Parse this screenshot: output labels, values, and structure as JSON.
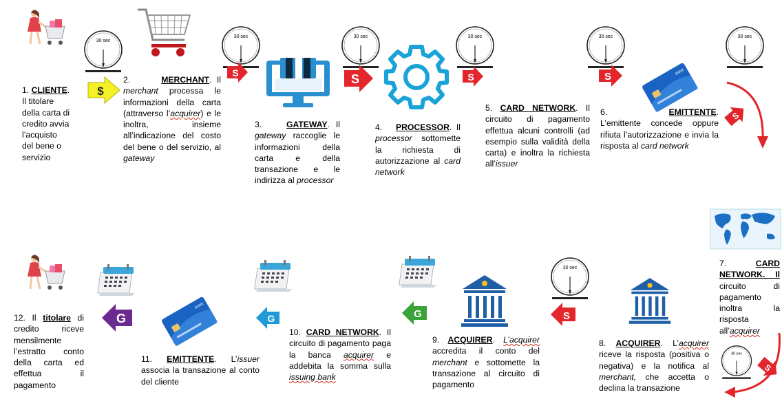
{
  "timer_label": "30 sec",
  "icons": {
    "money_symbol": "$",
    "bank_card_text": "BANK"
  },
  "arrows": {
    "s_letter": "S",
    "g_letter": "G"
  },
  "colors": {
    "red_arrow": "#e3262b",
    "yellow_arrow": "#f5f127",
    "green_arrow": "#3aa43a",
    "blue_arrow": "#1f9ad6",
    "purple_arrow": "#6b2a8f",
    "gateway_blue": "#2a8fd0",
    "bank_blue": "#1f5fa8",
    "gear_blue": "#1aa3d9"
  },
  "steps": {
    "s1": {
      "num": "1.",
      "title": "CLIENTE",
      "after_title": ".",
      "line2": "Il titolare",
      "line3": "della carta di",
      "line4": "credito avvia",
      "line5": "l’acquisto",
      "line6": "del bene o",
      "line7": "servizio"
    },
    "s2": {
      "num": "2.",
      "title": "MERCHANT",
      "after_title": ". Il",
      "i1": "merchant",
      "t1": " processa le informazioni della carta (attraverso l’",
      "i2": "acquirer",
      "t2": ") e le inoltra, insieme all’indicazione del costo del bene o del servizio, al ",
      "i3": "gateway"
    },
    "s3": {
      "num": "3.",
      "title": "GATEWAY",
      "after_title": ". Il",
      "i1": "gateway",
      "t1": " raccoglie le informazioni della carta e della transazione e le indirizza al ",
      "i2": "processor"
    },
    "s4": {
      "num": "4.",
      "title": "PROCESSOR",
      "after_title": ". Il",
      "i1": "processor",
      "t1": " sottomette la richiesta di autorizzazione al ",
      "i2": "card network"
    },
    "s5": {
      "num": "5.",
      "title": "CARD NETWORK",
      "after_title": ". Il",
      "t1": "circuito di pagamento effettua alcuni controlli (ad esempio sulla validità della carta) e inoltra la richiesta all’",
      "i1": "issuer"
    },
    "s6": {
      "num": "6.",
      "title": "EMITTENTE",
      "after_title": ".",
      "t1": "L’emittente concede oppure rifiuta l’autorizzazione e invia la risposta al ",
      "i1": "card network"
    },
    "s7": {
      "num": "7.",
      "title1": "CARD",
      "title2": "NETWORK. Il",
      "t1": "circuito di pagamento inoltra la risposta all’",
      "i1": "acquirer"
    },
    "s8": {
      "num": "8.",
      "title": "ACQUIRER",
      "after_title": ". L’",
      "i1": "acquirer",
      "t1": " riceve la risposta (positiva o negativa) e la notifica al ",
      "i2": "merchant,",
      "t2": " che accetta o declina la transazione"
    },
    "s9": {
      "num": "9.",
      "title": "ACQUIRER",
      "after_title": ". ",
      "i1": "L’acquirer",
      "t1": " accredita il conto del ",
      "i2": "merchant",
      "t2": " e sottomette la transazione al circuito di pagamento"
    },
    "s10": {
      "num": "10.",
      "title": "CARD NETWORK",
      "after_title": ". Il",
      "t1": "circuito di pagamento paga la banca ",
      "i1": "acquirer",
      "t2": " e addebita la somma sulla ",
      "i2": "issuing bank"
    },
    "s11": {
      "num": "11.",
      "title": "EMITTENTE",
      "after_title": ". L’",
      "i1": "issuer",
      "t1": " associa la transazione al conto del cliente"
    },
    "s12": {
      "num": "12. Il",
      "title": "titolare",
      "t1": " di credito riceve mensilmente l’estratto conto della carta ed effettua il pagamento"
    }
  }
}
